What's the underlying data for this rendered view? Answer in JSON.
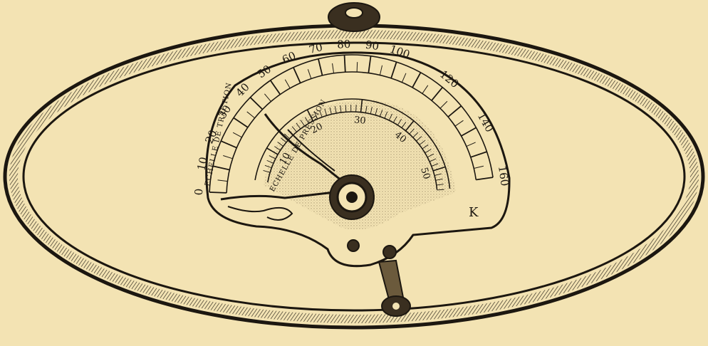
{
  "scene": {
    "subject": "engraved dynamometer",
    "colors": {
      "paper": "#f3e3b3",
      "ink": "#1c1710",
      "shade": "#6b5a3c"
    }
  },
  "dial": {
    "outer_scale_title": "ECHELLE DE TRACTION",
    "inner_scale_title": "ECHELLE DE PRESSION",
    "unit_mark": "K"
  },
  "outer_scale": [
    {
      "label": "0",
      "value": 0
    },
    {
      "label": "10",
      "value": 10
    },
    {
      "label": "20",
      "value": 20
    },
    {
      "label": "30",
      "value": 30
    },
    {
      "label": "40",
      "value": 40
    },
    {
      "label": "50",
      "value": 50
    },
    {
      "label": "60",
      "value": 60
    },
    {
      "label": "70",
      "value": 70
    },
    {
      "label": "80",
      "value": 80
    },
    {
      "label": "90",
      "value": 90
    },
    {
      "label": "100",
      "value": 100
    },
    {
      "label": "120",
      "value": 120
    },
    {
      "label": "140",
      "value": 140
    },
    {
      "label": "160",
      "value": 160
    }
  ],
  "inner_scale": [
    {
      "label": "10",
      "value": 10
    },
    {
      "label": "20",
      "value": 20
    },
    {
      "label": "30",
      "value": 30
    },
    {
      "label": "40",
      "value": 40
    },
    {
      "label": "50",
      "value": 50
    }
  ]
}
